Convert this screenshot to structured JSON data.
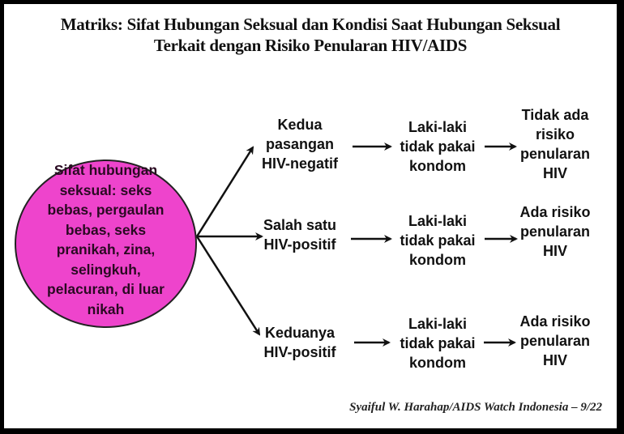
{
  "title": {
    "line1": "Matriks: Sifat Hubungan Seksual dan Kondisi Saat Hubungan Seksual",
    "line2": "Terkait dengan Risiko Penularan HIV/AIDS"
  },
  "source": {
    "text": "Sifat hubungan\nseksual: seks\nbebas, pergaulan\nbebas, seks\npranikah, zina,\nselingkuh,\npelacuran, di luar\nnikah",
    "fill_color": "#ee44cc"
  },
  "branches": [
    {
      "condition": "Kedua\npasangan\nHIV-negatif",
      "behavior": "Laki-laki\ntidak pakai\nkondom",
      "outcome": "Tidak ada\nrisiko\npenularan\nHIV"
    },
    {
      "condition": "Salah satu\nHIV-positif",
      "behavior": "Laki-laki\ntidak pakai\nkondom",
      "outcome": "Ada risiko\npenularan\nHIV"
    },
    {
      "condition": "Keduanya\nHIV-positif",
      "behavior": "Laki-laki\ntidak pakai\nkondom",
      "outcome": "Ada risiko\npenularan\nHIV"
    }
  ],
  "credit": "Syaiful W. Harahap/AIDS Watch Indonesia – 9/22"
}
